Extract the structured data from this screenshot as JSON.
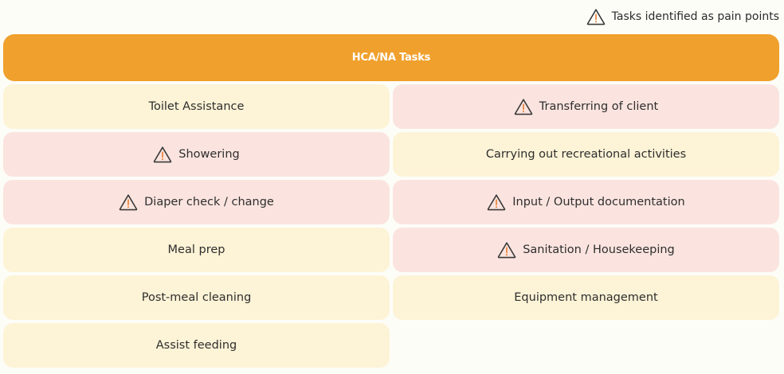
{
  "legend": {
    "icon": "warning-triangle-icon",
    "label": "Tasks identified as pain points"
  },
  "colors": {
    "header": "#f0a02c",
    "normal_task": "#fdf3d6",
    "pain_task": "#fbe4df",
    "icon_stroke": "#3a3a3a",
    "icon_mark": "#e8843a"
  },
  "header": {
    "title": "HCA/NA Tasks"
  },
  "tasks": [
    {
      "label": "Toilet Assistance",
      "pain_point": false
    },
    {
      "label": "Transferring of client",
      "pain_point": true
    },
    {
      "label": "Showering",
      "pain_point": true
    },
    {
      "label": "Carrying out recreational activities",
      "pain_point": false
    },
    {
      "label": "Diaper check / change",
      "pain_point": true
    },
    {
      "label": "Input / Output documentation",
      "pain_point": true
    },
    {
      "label": "Meal prep",
      "pain_point": false
    },
    {
      "label": "Sanitation / Housekeeping",
      "pain_point": true
    },
    {
      "label": "Post-meal cleaning",
      "pain_point": false
    },
    {
      "label": "Equipment management",
      "pain_point": false
    },
    {
      "label": "Assist feeding",
      "pain_point": false
    }
  ]
}
